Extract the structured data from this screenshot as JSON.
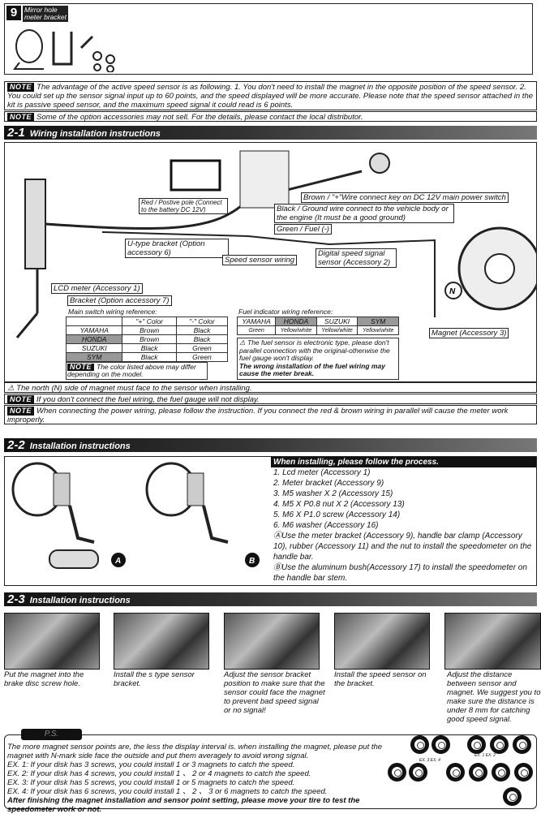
{
  "section9": {
    "number": "9",
    "title": "Mirror hole meter bracket"
  },
  "notes_top": [
    {
      "tag": "NOTE",
      "text": "The advantage of the active speed sensor is as following. 1. You don't need to install the magnet in the opposite position of the speed sensor. 2. You could set up the sensor signal input up to 60 points, and the speed displayed will be more accurate. Please note that the speed sensor attached in the kit is passive speed sensor, and the maximum speed signal it could read is 6 points."
    },
    {
      "tag": "NOTE",
      "text": "Some of the option accessories may not sell. For the details, please contact the local distributor."
    }
  ],
  "s21": {
    "number": "2-1",
    "title": "Wiring installation instructions",
    "labels": {
      "red": "Red / Postive pole (Connect to the battery DC 12V)",
      "brown": "Brown / \"+\"Wire connect key on DC 12V main power switch",
      "black": "Black / Ground wire connect to the vehicle body or the engine (It must be a good ground)",
      "green": "Green / Fuel (-)",
      "ubracket": "U-type bracket (Option accessory 6)",
      "speedwiring": "Speed sensor wiring",
      "digital": "Digital speed signal sensor (Accessory 2)",
      "lcd": "LCD meter (Accessory 1)",
      "bracket": "Bracket (Option accessory 7)",
      "magnet": "Magnet (Accessory 3)"
    },
    "main_switch": {
      "title": "Main switch wiring reference:",
      "headers": [
        "",
        "\"+\" Color",
        "\"-\" Color"
      ],
      "rows": [
        [
          "YAMAHA",
          "Brown",
          "Black"
        ],
        [
          "HONDA",
          "Brown",
          "Black"
        ],
        [
          "SUZUKI",
          "Black",
          "Green"
        ],
        [
          "SYM",
          "Black",
          "Green"
        ]
      ]
    },
    "color_note": {
      "tag": "NOTE",
      "text": "The color listed above may differ depending on the model."
    },
    "fuel": {
      "title": "Fuel indicator wiring reference:",
      "headers": [
        "YAMAHA",
        "HONDA",
        "SUZUKI",
        "SYM"
      ],
      "values": [
        "Green",
        "Yellow/white",
        "Yellow/white",
        "Yellow/white"
      ]
    },
    "fuel_warning": "The fuel sensor is electronic type, please don't parallel connection with the original-otherwise the fuel gauge won't display.",
    "fuel_warning_bold": "The wrong installation of the fuel wiring may cause the meter break.",
    "notes": [
      {
        "tag": "",
        "text": "The north (N) side of magnet must face to the sensor when installing."
      },
      {
        "tag": "NOTE",
        "text": "If you don't connect the fuel wiring, the fuel gauge will not display."
      },
      {
        "tag": "NOTE",
        "text": "When connecting the power wiring, please follow the instruction. If you connect the red & brown wiring in parallel will cause the meter work improperly."
      }
    ]
  },
  "s22": {
    "number": "2-2",
    "title": "Installation instructions",
    "header": "When installing, please follow the process.",
    "steps": [
      "1. Lcd meter (Accessory 1)",
      "2. Meter bracket (Accessory 9)",
      "3. M5 washer X 2 (Accessory 15)",
      "4. M5 X P0.8 nut X 2 (Accessory 13)",
      "5. M6 X P1.0 screw (Accessory 14)",
      "6. M6 washer (Accessory 16)"
    ],
    "a": "Use the meter bracket (Accessory 9), handle bar clamp (Accessory 10), rubber (Accessory 11) and the nut to install the speedometer on the handle bar.",
    "b": "Use the aluminum bush(Accessory 17) to install the speedometer on the handle bar stem.",
    "markA": "A",
    "markB": "B"
  },
  "s23": {
    "number": "2-3",
    "title": "Installation instructions",
    "captions": [
      "Put the magnet into the brake disc screw hole.",
      "Install the s type sensor bracket.",
      "Adjust the sensor bracket position to make sure that the sensor could face the magnet to prevent bad speed signal or no signal!",
      "Install the speed sensor on the bracket.",
      "Adjust the distance between sensor and magnet. We suggest you to make sure the distance is under 8 mm for catching good speed signal."
    ]
  },
  "ps": {
    "tag": "P.S.",
    "lines": [
      "The more magnet sensor points are, the less the display interval is. when installing the magnet, please put the magnet with N-mark side face the outside and put them averagely to avoid wrong signal.",
      "EX. 1: If your disk has 3 screws, you could install 1 or 3 magnets to catch the speed.",
      "EX. 2: If your disk has 4 screws, you could install 1 、 2 or 4 magnets to catch the speed.",
      "EX. 3: If your disk has 5 screws, you could install 1 or 5 magnets to catch the speed.",
      "EX. 4: If your disk has 6 screws, you could install 1 、 2 、 3 or 6 magnets to catch the speed."
    ],
    "bold": "After finishing the magnet installation and sensor point setting, please move your tire to test the speedometer work or not.",
    "ex_labels": [
      "EX. 1",
      "EX. 2",
      "EX. 3",
      "EX. 4"
    ]
  }
}
